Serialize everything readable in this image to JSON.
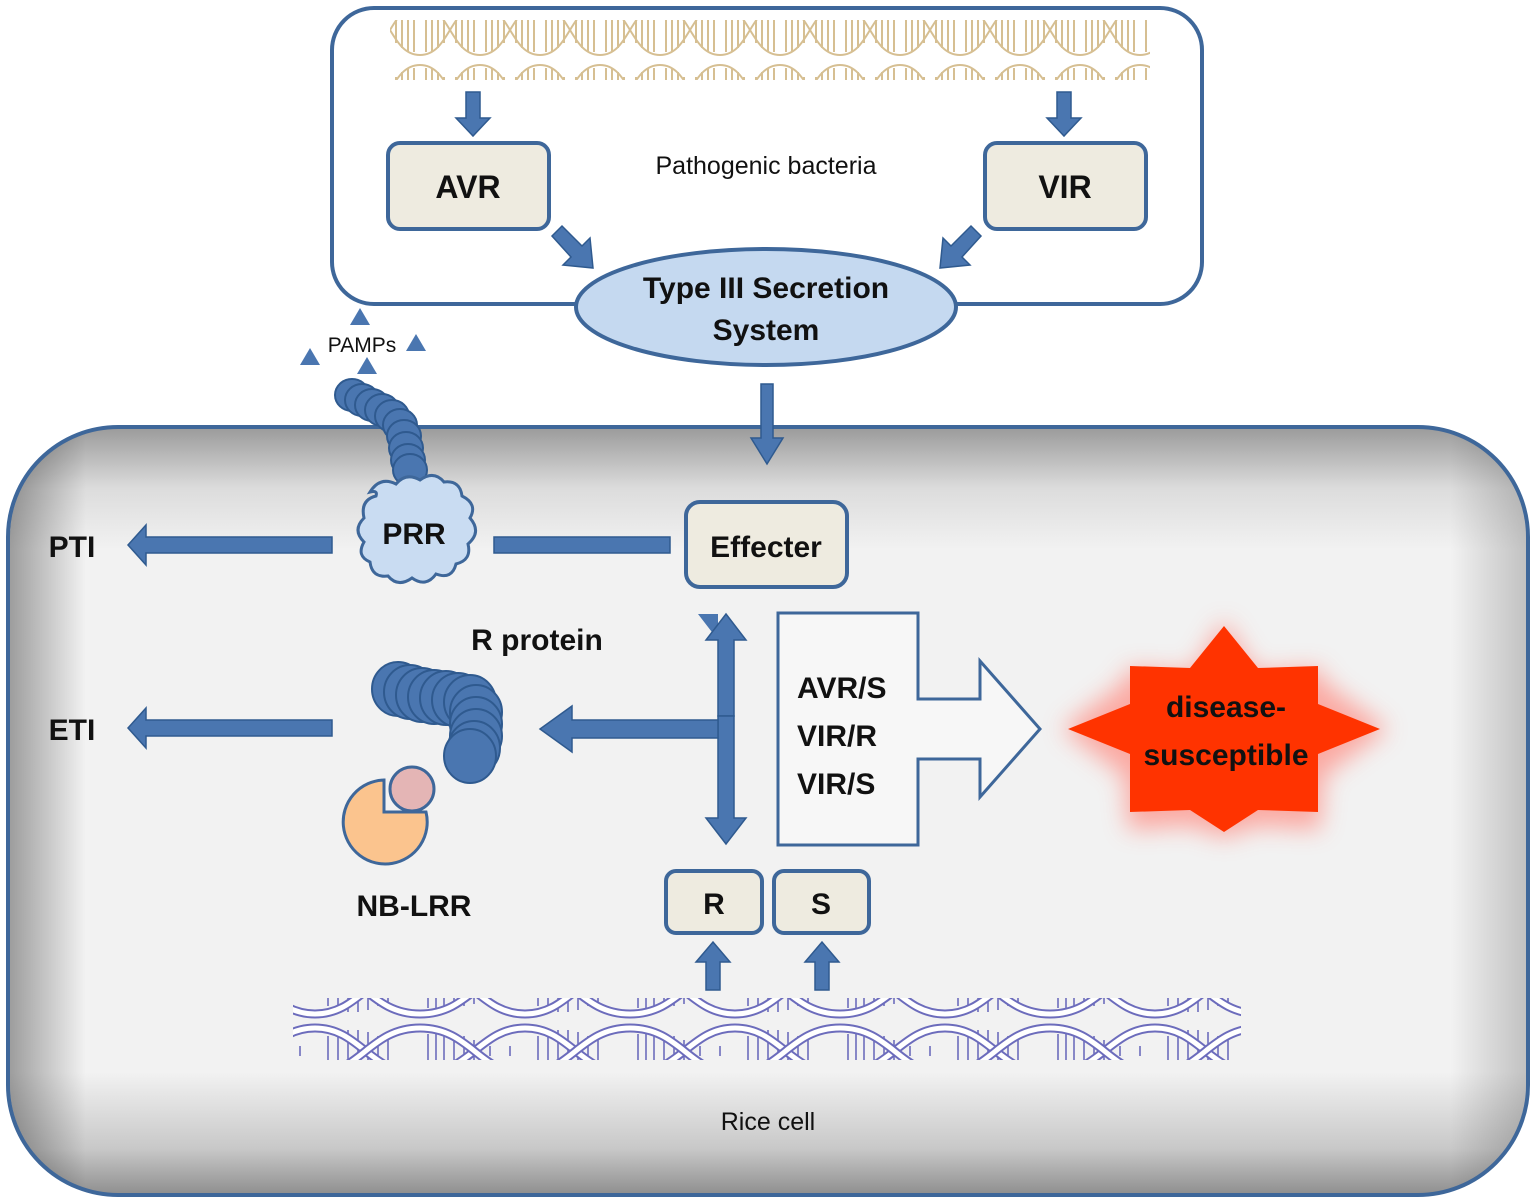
{
  "bacteria": {
    "label": "Pathogenic bacteria",
    "avr_box": "AVR",
    "vir_box": "VIR",
    "secretion_line1": "Type III Secretion",
    "secretion_line2": "System"
  },
  "pamps": {
    "label": "PAMPs"
  },
  "cell": {
    "label": "Rice cell",
    "prr": "PRR",
    "pti": "PTI",
    "eti": "ETI",
    "effecter": "Effecter",
    "r_protein": "R protein",
    "nb_lrr": "NB-LRR",
    "r_gene": "R",
    "s_gene": "S",
    "combos": [
      "AVR/S",
      "VIR/R",
      "VIR/S"
    ],
    "outcome_line1": "disease-",
    "outcome_line2": "susceptible"
  },
  "colors": {
    "arrow": "#4a76b0",
    "arrow_stroke": "#2f5a8f",
    "box_fill": "#eeebe0",
    "ellipse_fill": "#c5d9f0",
    "prr_fill": "#c9dcf2",
    "outcome": "#ff3300",
    "bacteria_dna": "#d9c39a",
    "rice_dna": "#6a6ab8",
    "cell_fill": "#f2f2f2",
    "border": "#3e679a"
  }
}
